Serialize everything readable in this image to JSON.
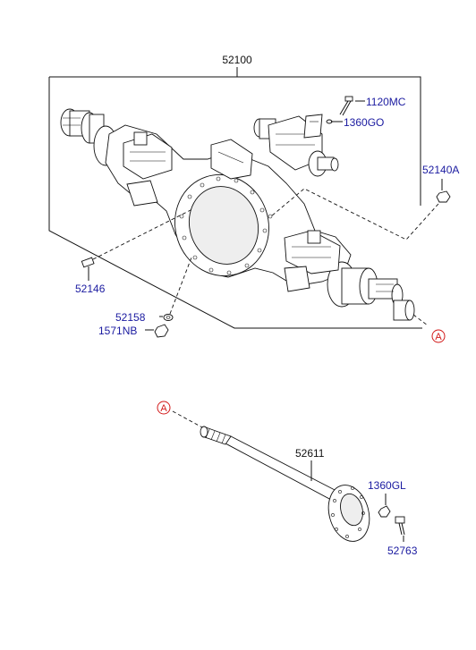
{
  "labels": {
    "axle_housing": "52100",
    "bolt": "1120MC",
    "seal": "1360GO",
    "cap": "52140A",
    "pin": "52146",
    "washer": "52158",
    "nut": "1571NB",
    "axle_shaft": "52611",
    "shaft_seal": "1360GL",
    "shaft_bolt": "52763"
  },
  "refs": {
    "ref_a": "A"
  },
  "colors": {
    "label_text": "#1a1aa0",
    "ref_marker": "#d21a1a",
    "line": "#111111"
  }
}
